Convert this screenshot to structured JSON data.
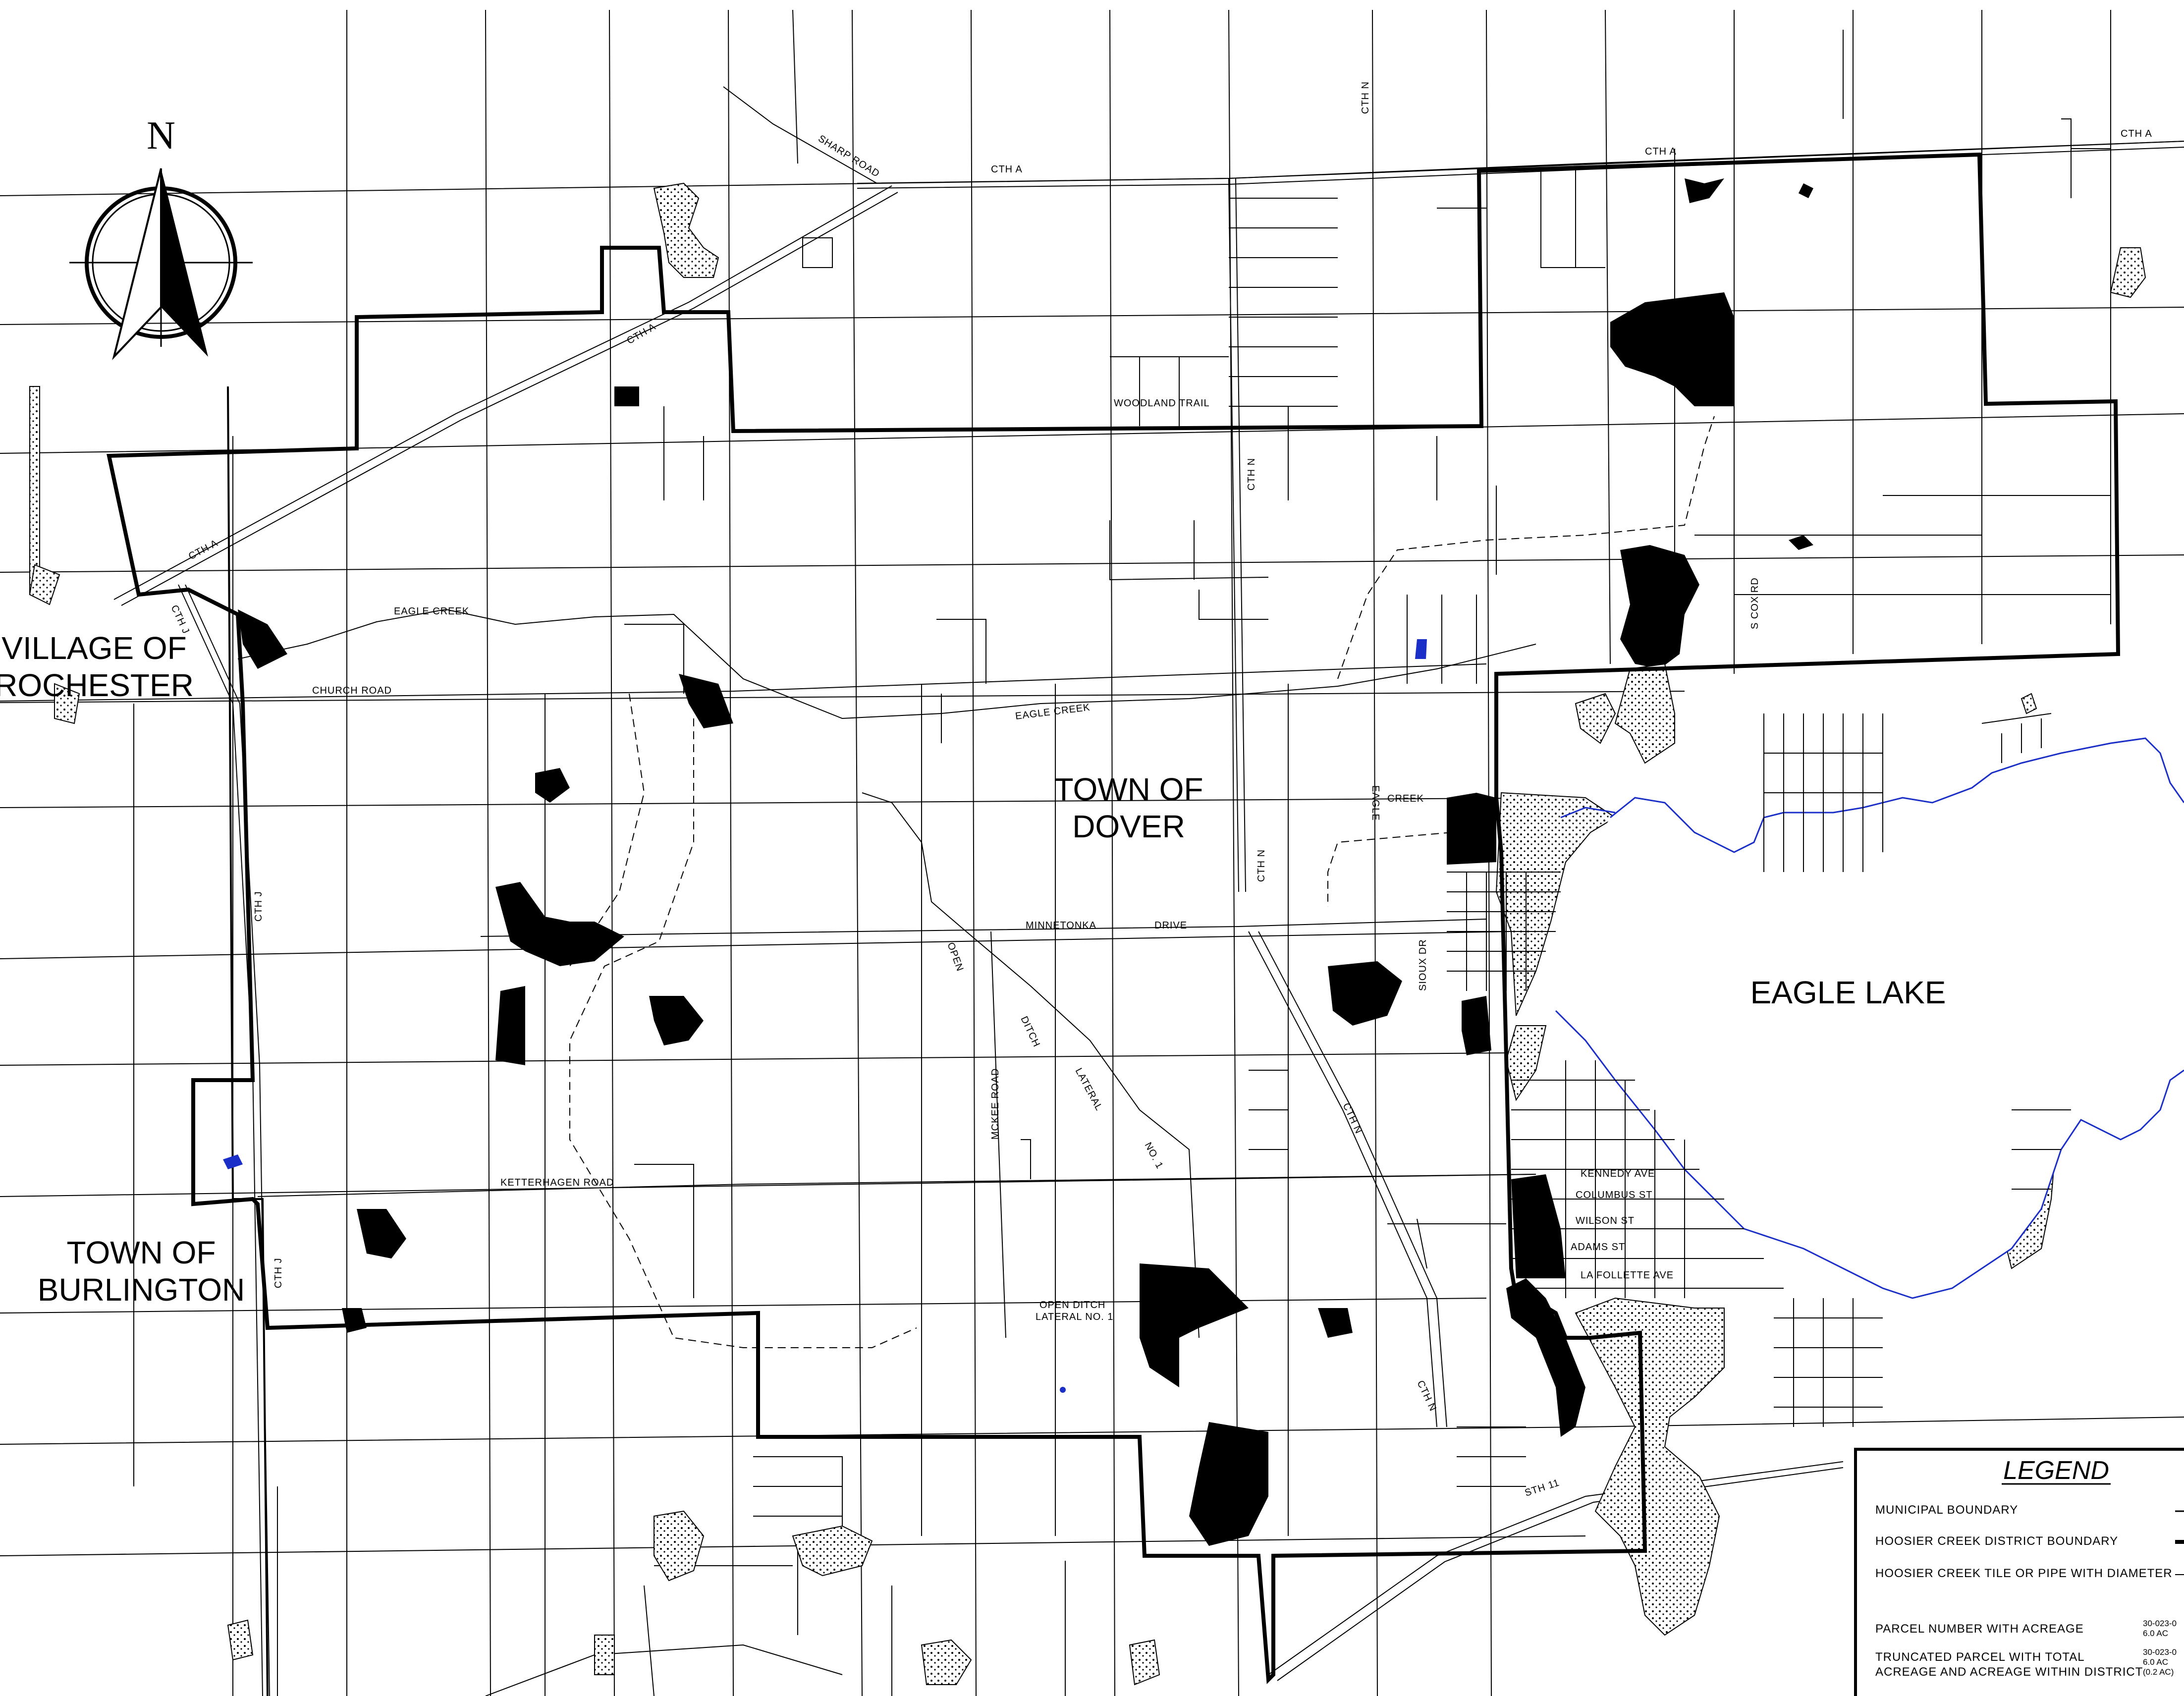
{
  "north_arrow": {
    "label": "N"
  },
  "municipalities": {
    "rochester_line1": "VILLAGE OF",
    "rochester_line2": "ROCHESTER",
    "dover_line1": "TOWN OF",
    "dover_line2": "DOVER",
    "burlington_line1": "TOWN OF",
    "burlington_line2": "BURLINGTON"
  },
  "lake": {
    "name": "EAGLE LAKE"
  },
  "roads": {
    "sharp_road": "SHARP ROAD",
    "cth_a_top": "CTH A",
    "cth_a_top_east": "CTH A",
    "cth_a_top_far_east": "CTH A",
    "cth_a_diag": "CTH A",
    "cth_a_west": "CTH A",
    "cth_n_top": "CTH N",
    "cth_n_mid": "CTH N",
    "cth_n_lower": "CTH N",
    "cth_n_diag1": "CTH N",
    "cth_n_diag2": "CTH N",
    "cth_j_top": "CTH J",
    "cth_j_mid": "CTH J",
    "cth_j_low": "CTH J",
    "woodland_trail": "WOODLAND TRAIL",
    "eagle_creek_west": "EAGLE CREEK",
    "eagle_creek_mid": "EAGLE CREEK",
    "eagle_vertical": "EAGLE",
    "creek_label": "CREEK",
    "church_road": "CHURCH ROAD",
    "minnetonka": "MINNETONKA",
    "drive": "DRIVE",
    "open_label": "OPEN",
    "ditch_label": "DITCH",
    "lateral_label": "LATERAL",
    "no1_label": "NO. 1",
    "mckee_road": "MCKEE ROAD",
    "ketterhagen_road": "KETTERHAGEN ROAD",
    "open_ditch_line1": "OPEN DITCH",
    "open_ditch_line2": "LATERAL NO. 1",
    "sioux_dr": "SIOUX DR",
    "s_cox_rd": "S COX RD",
    "sth_11": "STH 11",
    "kennedy_ave": "KENNEDY AVE",
    "columbus_st": "COLUMBUS ST",
    "wilson_st": "WILSON ST",
    "adams_st": "ADAMS ST",
    "lafollette_ave": "LA FOLLETTE AVE"
  },
  "legend": {
    "title": "LEGEND",
    "items": [
      "MUNICIPAL BOUNDARY",
      "HOOSIER CREEK DISTRICT BOUNDARY",
      "HOOSIER CREEK TILE OR PIPE WITH DIAMETER",
      "PARCEL NUMBER WITH ACREAGE",
      "TRUNCATED PARCEL WITH TOTAL",
      "ACREAGE AND ACREAGE WITHIN DISTRICT"
    ],
    "sample_parcel_1": "30-023-0",
    "sample_parcel_1_acres": "6.0 AC",
    "sample_parcel_2": "30-023-0",
    "sample_parcel_2_acres": "6.0 AC",
    "sample_parcel_2_within": "(0.2 AC)"
  }
}
